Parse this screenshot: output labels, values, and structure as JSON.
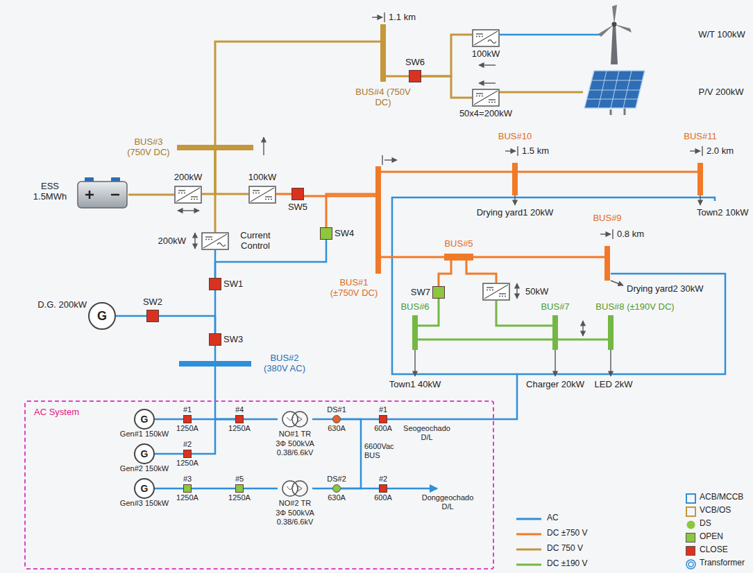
{
  "diagram": {
    "nodes": [
      {
        "text": [
          "AC System"
        ]
      },
      {
        "text": [
          "BUS#4 (750V DC)"
        ]
      },
      {
        "text": [
          "SW6"
        ]
      },
      {
        "text": [
          "100kW"
        ]
      },
      {
        "text": [
          "W/T 100kW"
        ]
      },
      {
        "text": [
          "50x4=200kW"
        ]
      },
      {
        "text": [
          "P/V 200kW"
        ]
      },
      {
        "text": [
          "BUS#3 (750V DC)"
        ]
      },
      {
        "text": [
          "ESS 1.5MWh"
        ]
      },
      {
        "text": [
          "200kW"
        ]
      },
      {
        "text": [
          "100kW"
        ]
      },
      {
        "text": [
          "SW5"
        ]
      },
      {
        "text": [
          "BUS#1 (±750V DC)"
        ]
      },
      {
        "text": [
          "BUS#10"
        ]
      },
      {
        "text": [
          "BUS#11"
        ]
      },
      {
        "text": [
          "SW4"
        ]
      },
      {
        "text": [
          "200kW",
          "Current Control"
        ]
      },
      {
        "text": [
          "BUS#5"
        ]
      },
      {
        "text": [
          "BUS#9"
        ]
      },
      {
        "text": [
          "SW1"
        ]
      },
      {
        "text": [
          "G",
          "D.G. 200kW"
        ]
      },
      {
        "text": [
          "SW2"
        ]
      },
      {
        "text": [
          "SW7"
        ]
      },
      {
        "text": [
          "50kW"
        ]
      },
      {
        "text": [
          "BUS#6"
        ]
      },
      {
        "text": [
          "BUS#7"
        ]
      },
      {
        "text": [
          "BUS#8 (±190V DC)"
        ]
      },
      {
        "text": [
          "SW3"
        ]
      },
      {
        "text": [
          "BUS#2 (380V AC)"
        ]
      },
      {
        "text": [
          "G",
          "Gen#1 150kW"
        ],
        "in": 0
      },
      {
        "text": [
          "#1",
          "1250A"
        ],
        "in": 0
      },
      {
        "text": [
          "#4",
          "1250A"
        ],
        "in": 0
      },
      {
        "text": [
          "NO#1 TR",
          "3Φ 500kVA 0.38/6.6kV"
        ],
        "in": 0
      },
      {
        "text": [
          "DS#1",
          "630A"
        ],
        "in": 0
      },
      {
        "text": [
          "#1",
          "600A"
        ],
        "in": 0
      },
      {
        "text": [
          "G",
          "Gen#2 150kW"
        ],
        "in": 0
      },
      {
        "text": [
          "#2",
          "1250A"
        ],
        "in": 0
      },
      {
        "text": [
          "G",
          "Gen#3 150kW"
        ],
        "in": 0
      },
      {
        "text": [
          "#3",
          "1250A"
        ],
        "in": 0
      },
      {
        "text": [
          "#5",
          "1250A"
        ],
        "in": 0
      },
      {
        "text": [
          "NO#2 TR",
          "3Φ 500kVA 0.38/6.6kV"
        ],
        "in": 0
      },
      {
        "text": [
          "DS#2",
          "630A"
        ],
        "in": 0
      },
      {
        "text": [
          "#2",
          "600A"
        ],
        "in": 0
      }
    ],
    "edges": [
      {
        "from": 1,
        "to": 2,
        "arrow": "none"
      },
      {
        "from": 2,
        "to": 3,
        "arrow": "none"
      },
      {
        "from": 3,
        "to": 4,
        "arrow": "none"
      },
      {
        "from": 2,
        "to": 5,
        "arrow": "none"
      },
      {
        "from": 5,
        "to": 6,
        "arrow": "none"
      },
      {
        "from": 16,
        "to": 7,
        "arrow": "none"
      },
      {
        "from": 7,
        "to": 1,
        "arrow": "none"
      },
      {
        "from": 8,
        "to": 9,
        "arrow": "none"
      },
      {
        "from": 9,
        "to": 7,
        "arrow": "none"
      },
      {
        "from": 10,
        "to": 7,
        "arrow": "none"
      },
      {
        "from": 10,
        "to": 11,
        "arrow": "none"
      },
      {
        "from": 11,
        "to": 12,
        "arrow": "none"
      },
      {
        "from": 15,
        "to": 12,
        "arrow": "none"
      },
      {
        "from": 15,
        "to": 19,
        "arrow": "none"
      },
      {
        "from": 16,
        "to": 19,
        "arrow": "none"
      },
      {
        "from": 12,
        "to": 13,
        "arrow": "none"
      },
      {
        "from": 13,
        "to": 14,
        "arrow": "none"
      },
      {
        "from": 12,
        "to": 17,
        "arrow": "none"
      },
      {
        "from": 17,
        "to": 18,
        "arrow": "none"
      },
      {
        "from": 17,
        "to": 22,
        "arrow": "none"
      },
      {
        "from": 17,
        "to": 23,
        "arrow": "none"
      },
      {
        "from": 22,
        "to": 24,
        "arrow": "none"
      },
      {
        "from": 23,
        "to": 25,
        "arrow": "none"
      },
      {
        "from": 24,
        "to": 25,
        "arrow": "none"
      },
      {
        "from": 25,
        "to": 26,
        "arrow": "none"
      },
      {
        "from": 20,
        "to": 21,
        "arrow": "none"
      },
      {
        "from": 21,
        "to": 27,
        "arrow": "none"
      },
      {
        "from": 19,
        "to": 27,
        "arrow": "none"
      },
      {
        "from": 27,
        "to": 28,
        "arrow": "none"
      },
      {
        "from": 28,
        "to": 31,
        "arrow": "none"
      },
      {
        "from": 29,
        "to": 30,
        "arrow": "none"
      },
      {
        "from": 30,
        "to": 31,
        "arrow": "none"
      },
      {
        "from": 31,
        "to": 32,
        "arrow": "none"
      },
      {
        "from": 32,
        "to": 33,
        "arrow": "none"
      },
      {
        "from": 33,
        "to": 34,
        "arrow": "none"
      },
      {
        "from": 35,
        "to": 36,
        "arrow": "none"
      },
      {
        "from": 36,
        "to": 31,
        "arrow": "none"
      },
      {
        "from": 37,
        "to": 38,
        "arrow": "none"
      },
      {
        "from": 38,
        "to": 39,
        "arrow": "none"
      },
      {
        "from": 39,
        "to": 40,
        "arrow": "none"
      },
      {
        "from": 40,
        "to": 41,
        "arrow": "none"
      },
      {
        "from": 41,
        "to": 42,
        "arrow": "none"
      },
      {
        "from": 33,
        "to": 41,
        "arrow": "none"
      }
    ],
    "labels": [
      "1.1 km",
      "1.5 km",
      "2.0 km",
      "0.8 km",
      "Drying yard1 20kW",
      "Town2 10kW",
      "Drying yard2 30kW",
      "Town1 40kW",
      "Charger 20kW",
      "LED 2kW",
      "6600Vac BUS",
      "Seogeochado D/L",
      "Donggeochado D/L"
    ],
    "legend": [
      {
        "text": "ACB/MCCB"
      },
      {
        "text": "VCB/OS"
      },
      {
        "text": "AC"
      },
      {
        "text": "DS"
      },
      {
        "text": "DC ±750 V"
      },
      {
        "text": "OPEN",
        "color": "#8dc63f"
      },
      {
        "text": "DC 750 V"
      },
      {
        "text": "CLOSE",
        "color": "#d9321f"
      },
      {
        "text": "DC ±190 V"
      },
      {
        "text": "Transformer"
      }
    ]
  }
}
